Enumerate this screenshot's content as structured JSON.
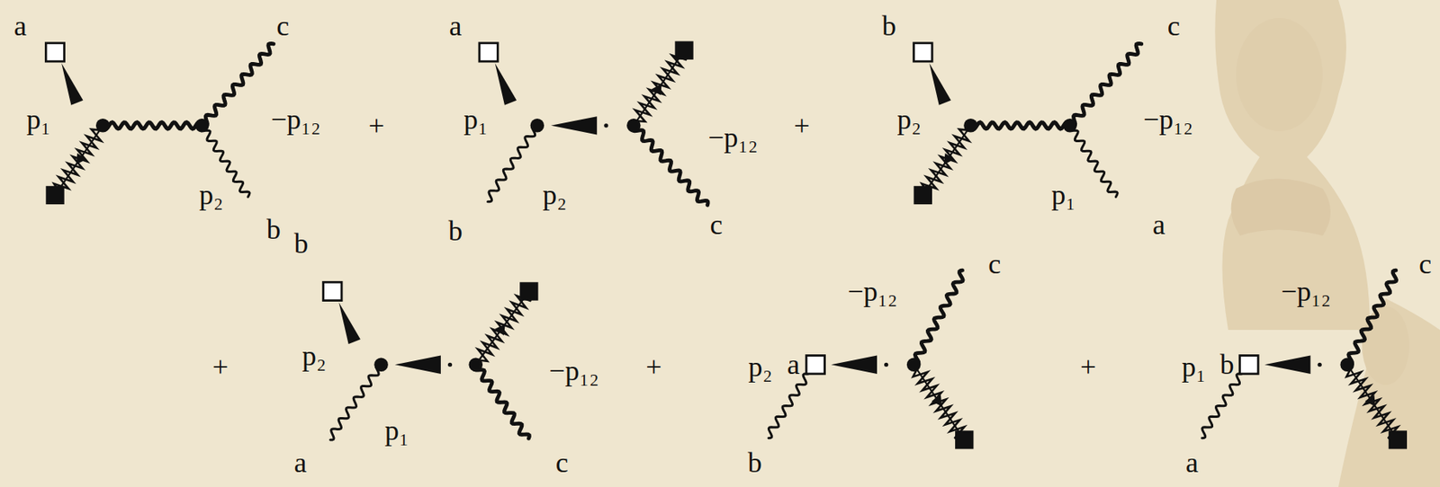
{
  "diagram": {
    "labels": [
      "a",
      "c",
      "p₁",
      "−p₁₂",
      "p₂",
      "b",
      "+",
      "a",
      "p₁",
      "−p₁₂",
      "p₂",
      "b",
      "c",
      "+",
      "b",
      "c",
      "p₂",
      "−p₁₂",
      "p₁",
      "a",
      "b",
      "+",
      "p₂",
      "−p₁₂",
      "+",
      "−p₁₂",
      "c",
      "p₂",
      "a",
      "+",
      "−p₁₂",
      "c",
      "p₁",
      "b",
      "p₁",
      "a",
      "c",
      "b",
      "a"
    ]
  }
}
